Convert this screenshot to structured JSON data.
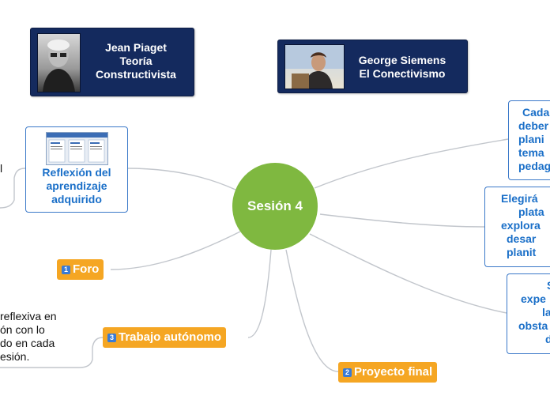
{
  "center": {
    "label": "Sesión 4"
  },
  "top_cards": [
    {
      "lines": [
        "Jean Piaget",
        "Teoría",
        "Constructivista"
      ]
    },
    {
      "lines": [
        "George Siemens",
        "El Conectivismo"
      ]
    }
  ],
  "reflexion": {
    "lines": [
      "Reflexión del",
      "aprendizaje",
      "adquirido"
    ]
  },
  "foro": {
    "number": "1",
    "label": "Foro"
  },
  "trabajo": {
    "number": "3",
    "label": "Trabajo autónomo"
  },
  "proyecto": {
    "number": "2",
    "label": "Proyecto final"
  },
  "left_note": {
    "lines": [
      "reflexiva en",
      "ón con lo",
      "do en cada",
      "esión."
    ]
  },
  "left_fragment": "l",
  "right_cards": [
    {
      "lines": [
        "Cada",
        "deber",
        "plani",
        "tema",
        "pedag"
      ]
    },
    {
      "lines": [
        "Elegirá",
        "plata",
        "explora",
        "desar",
        "planit"
      ]
    },
    {
      "lines": [
        "S",
        "expe",
        "la",
        "obsta",
        "d"
      ]
    }
  ],
  "colors": {
    "center_green": "#7fb840",
    "navy": "#142a5e",
    "blue_text": "#1a6fc8",
    "orange": "#f5a623",
    "connector": "#c2c6cc"
  }
}
